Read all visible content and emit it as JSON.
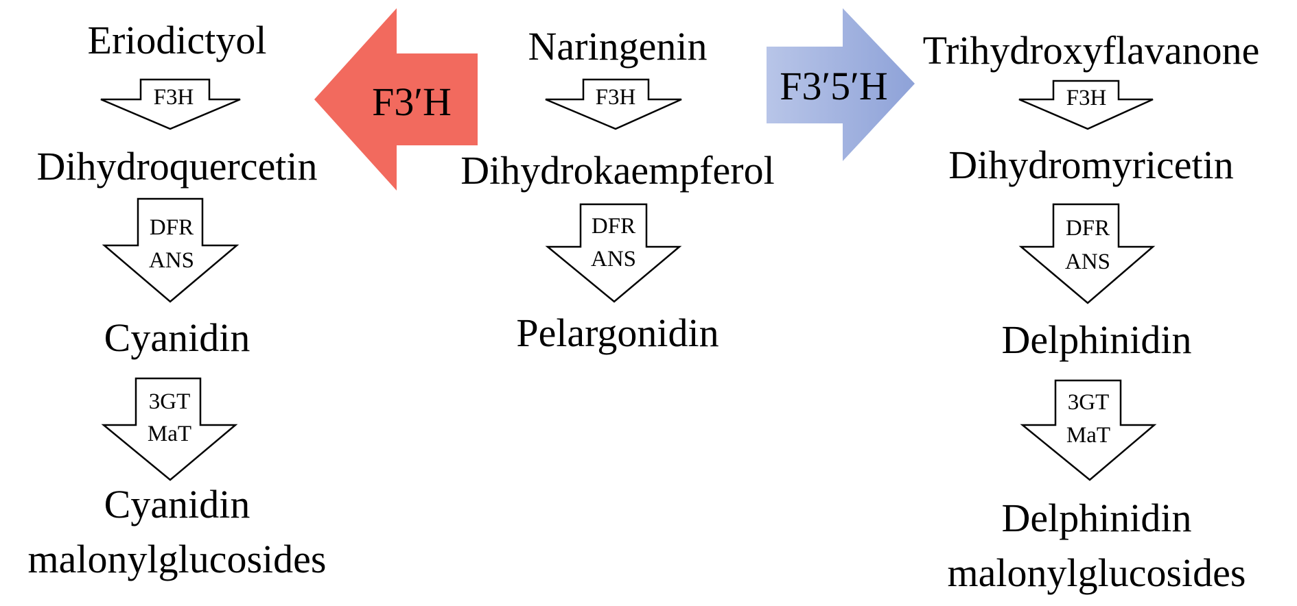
{
  "colors": {
    "left_arrow": "#f26a5e",
    "right_arrow_light": "#b3c1e6",
    "right_arrow_dark": "#8fa3d8",
    "outline": "#000000"
  },
  "left_column": {
    "start": "Eriodictyol",
    "step1_enzyme": "F3H",
    "dihydro": "Dihydroquercetin",
    "step2_enzymes": [
      "DFR",
      "ANS"
    ],
    "anthocyanidin": "Cyanidin",
    "step3_enzymes": [
      "3GT",
      "MaT"
    ],
    "glucoside_line1": "Cyanidin",
    "glucoside_line2": "malonylglucosides"
  },
  "center_column": {
    "start": "Naringenin",
    "step1_enzyme": "F3H",
    "dihydro": "Dihydrokaempferol",
    "step2_enzymes": [
      "DFR",
      "ANS"
    ],
    "anthocyanidin": "Pelargonidin"
  },
  "right_column": {
    "start": "Trihydroxyflavanone",
    "step1_enzyme": "F3H",
    "dihydro": "Dihydromyricetin",
    "step2_enzymes": [
      "DFR",
      "ANS"
    ],
    "anthocyanidin": "Delphinidin",
    "step3_enzymes": [
      "3GT",
      "MaT"
    ],
    "glucoside_line1": "Delphinidin",
    "glucoside_line2": "malonylglucosides"
  },
  "branch_arrows": {
    "left_label": "F3′H",
    "right_label": "F3′5′H"
  }
}
